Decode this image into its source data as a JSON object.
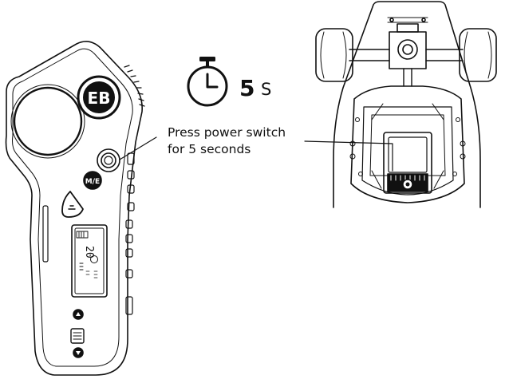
{
  "timer": {
    "icon": "stopwatch-icon",
    "value": "5",
    "unit": "S"
  },
  "instruction": {
    "line1": "Press power switch",
    "line2": "for 5 seconds"
  },
  "remote": {
    "logo_text": "EB",
    "mode_button_label": "M/E",
    "screen": {
      "speed_value": "20"
    }
  },
  "colors": {
    "line": "#111111",
    "background": "#ffffff"
  }
}
